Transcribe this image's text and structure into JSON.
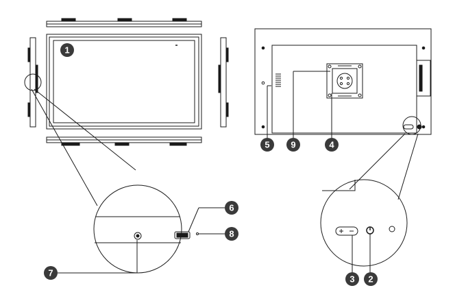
{
  "figure": {
    "front_view": {
      "callout": "1"
    },
    "rear_view": {
      "callouts": [
        "5",
        "9",
        "4"
      ]
    },
    "side_detail": {
      "callouts": [
        "6",
        "8",
        "7"
      ]
    },
    "rear_detail": {
      "callouts": [
        "3",
        "2"
      ]
    }
  },
  "colors": {
    "line": "#1a1a1a",
    "callout_fill": "#3a3a3a",
    "callout_text": "#ffffff",
    "background": "#ffffff"
  }
}
